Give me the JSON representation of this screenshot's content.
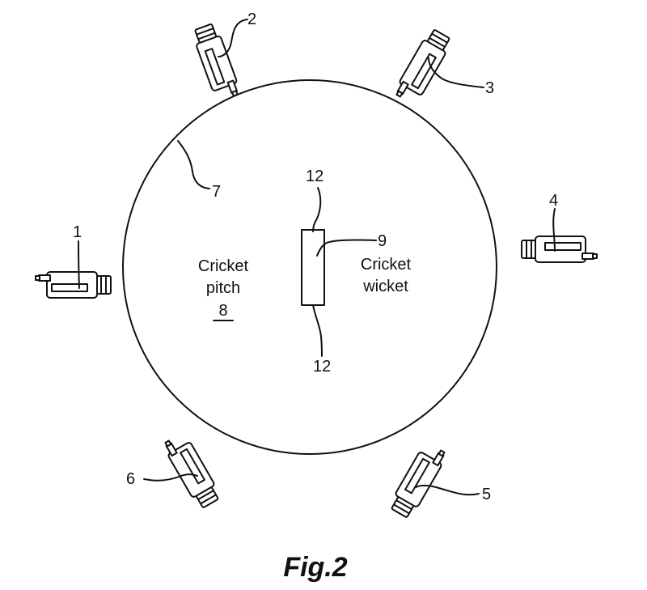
{
  "diagram": {
    "figure_label": "Fig.2",
    "pitch": {
      "line1": "Cricket",
      "line2": "pitch",
      "ref": "8"
    },
    "wicket": {
      "line1": "Cricket",
      "line2": "wicket",
      "ref": "9"
    },
    "boundary_ref": "7",
    "wicket_end_ref_top": "12",
    "wicket_end_ref_bottom": "12",
    "cameras": [
      {
        "ref": "1"
      },
      {
        "ref": "2"
      },
      {
        "ref": "3"
      },
      {
        "ref": "4"
      },
      {
        "ref": "5"
      },
      {
        "ref": "6"
      }
    ]
  }
}
